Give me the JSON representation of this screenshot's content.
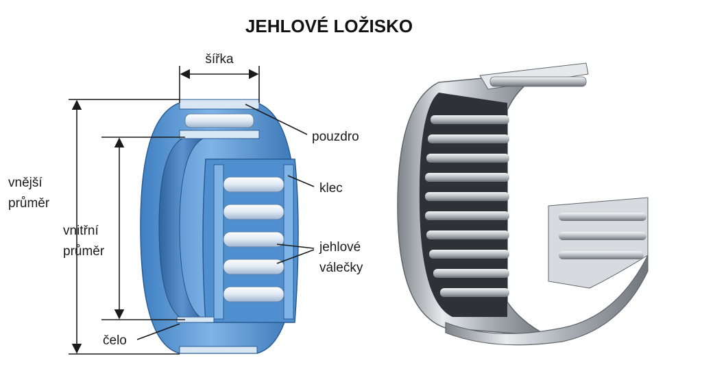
{
  "title": "JEHLOVÉ LOŽISKO",
  "labels": {
    "width": "šířka",
    "shell": "pouzdro",
    "cage": "klec",
    "needles_line1": "jehlové",
    "needles_line2": "válečky",
    "outer_line1": "vnější",
    "outer_line2": "průměr",
    "inner_line1": "vnitřní",
    "inner_line2": "průměr",
    "face": "čelo"
  },
  "colors": {
    "bearing_blue": "#6aa4dc",
    "bearing_dark": "#2f6fb0",
    "needle_light": "#eef3f8",
    "line": "#1a1a1a",
    "steel": "#b9bec4"
  }
}
